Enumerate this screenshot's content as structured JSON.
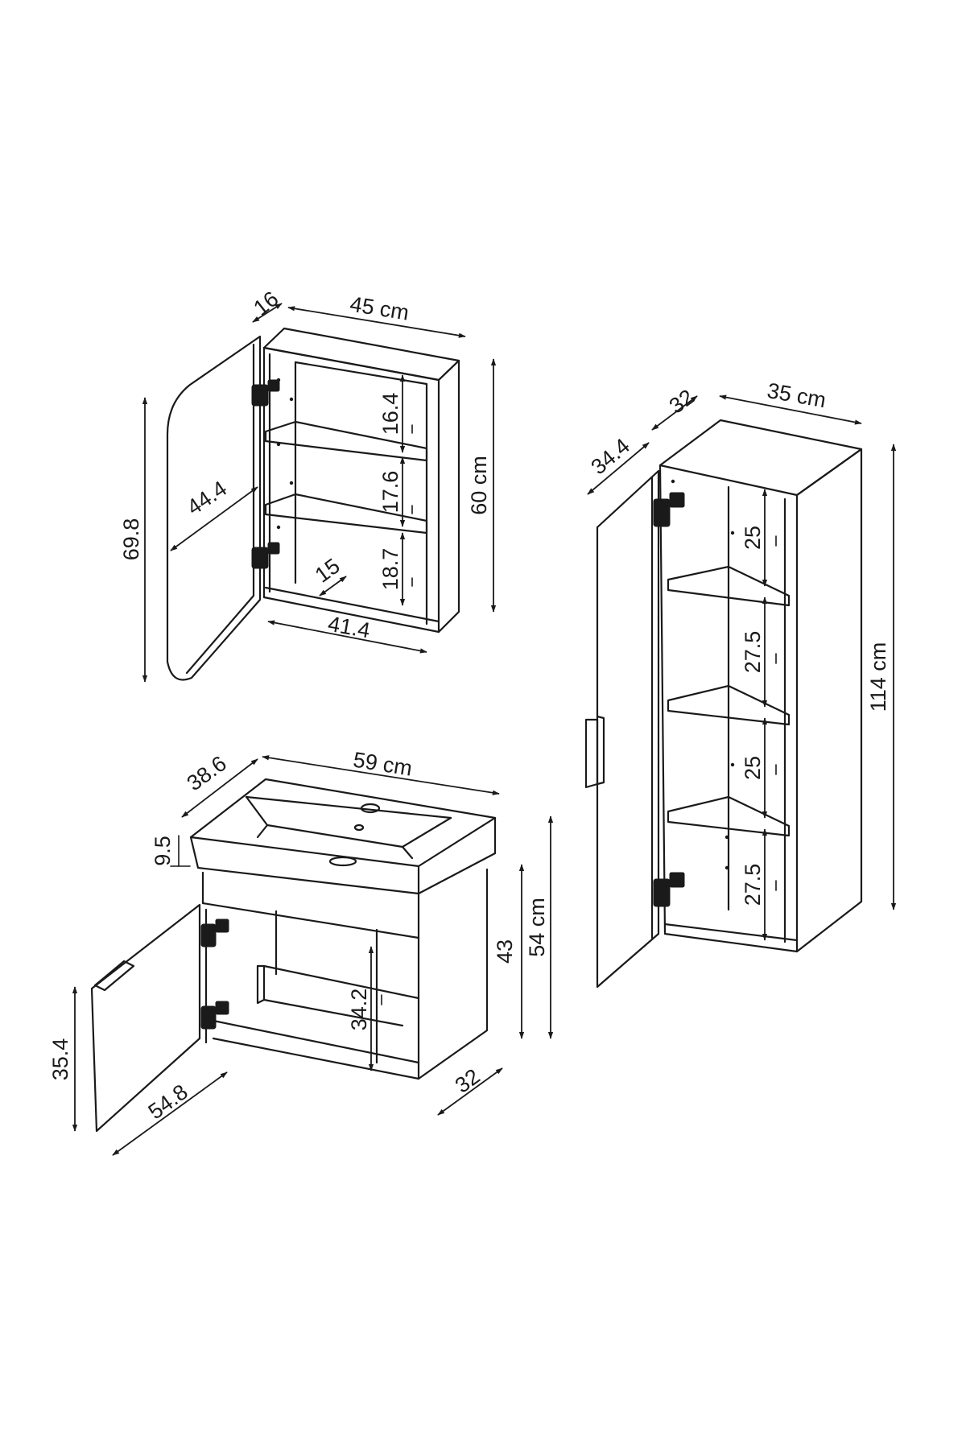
{
  "mirror_cabinet": {
    "width": "45 cm",
    "depth": "16",
    "height": "60 cm",
    "door_height": "69.8",
    "door_diagonal": "44.4",
    "inner_width": "41.4",
    "inner_depth": "15",
    "shelf_1": "16.4",
    "shelf_2": "17.6",
    "shelf_3": "18.7"
  },
  "tall_cabinet": {
    "width": "35 cm",
    "depth": "32",
    "door_diagonal": "34.4",
    "height": "114 cm",
    "shelf_1": "25",
    "shelf_2": "27.5",
    "shelf_3": "25",
    "shelf_4": "27.5"
  },
  "vanity": {
    "sink_width": "59 cm",
    "sink_depth": "38.6",
    "sink_height": "9.5",
    "cabinet_height": "43",
    "total_height": "54 cm",
    "inner_height": "34.2",
    "depth": "32",
    "door_height": "35.4",
    "door_diagonal": "54.8"
  }
}
